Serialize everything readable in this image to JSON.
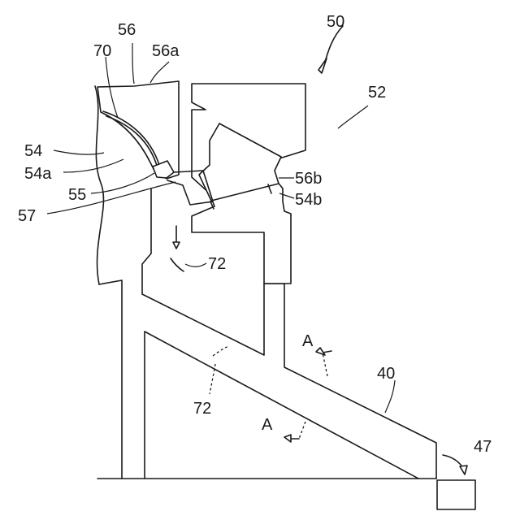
{
  "figure": {
    "labels": {
      "ref_50": "50",
      "ref_52": "52",
      "ref_56": "56",
      "ref_56a": "56a",
      "ref_70": "70",
      "ref_54": "54",
      "ref_54a": "54a",
      "ref_55": "55",
      "ref_57": "57",
      "ref_56b": "56b",
      "ref_54b": "54b",
      "ref_72_upper": "72",
      "ref_72_lower": "72",
      "ref_40": "40",
      "ref_47": "47",
      "section_a_upper": "A",
      "section_a_lower": "A"
    }
  }
}
